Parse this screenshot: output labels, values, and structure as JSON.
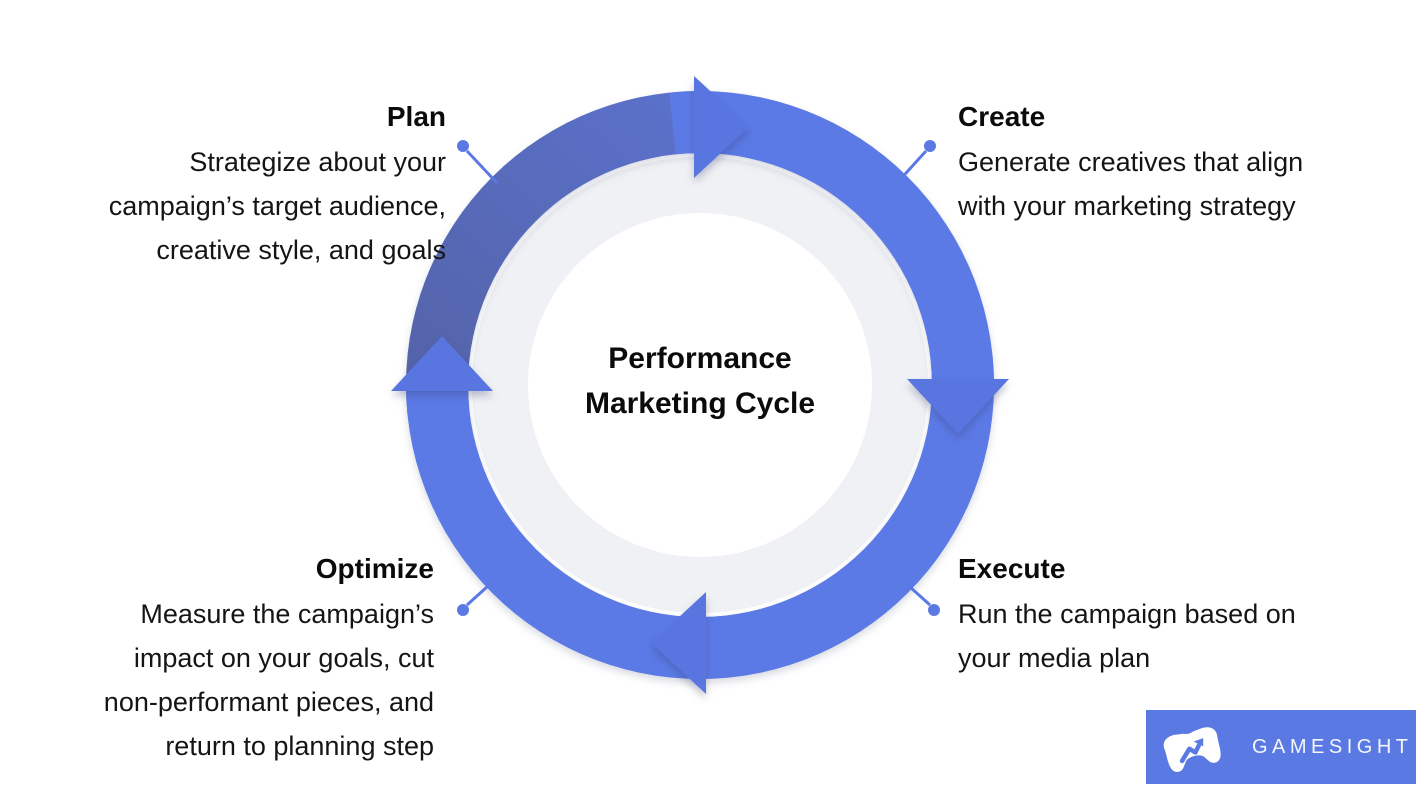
{
  "title": {
    "line1": "Performance",
    "line2": "Marketing Cycle"
  },
  "stages": {
    "plan": {
      "label": "Plan",
      "lines": [
        "Strategize about your",
        "campaign’s target audience,",
        "creative style, and goals"
      ]
    },
    "create": {
      "label": "Create",
      "lines": [
        "Generate creatives that align",
        "with your marketing strategy"
      ]
    },
    "execute": {
      "label": "Execute",
      "lines": [
        "Run the campaign based on",
        "your media plan"
      ]
    },
    "optimize": {
      "label": "Optimize",
      "lines": [
        "Measure the campaign’s",
        "impact on your goals, cut",
        "non-performant pieces, and",
        "return to planning step"
      ]
    }
  },
  "logo": {
    "brand": "GAMESIGHT",
    "icon": "gamepad-trend-arrow-icon"
  },
  "colors": {
    "arrow_bright": "#5C7AE6",
    "arrow_head": "#5976E0",
    "arc_plan_start": "#5463A8",
    "arc_plan_end": "#5B72CC",
    "track": "#EFF1F4",
    "connector": "#5B79E3",
    "logo_bg": "#5B79E2",
    "text": "#151515",
    "background": "#FFFFFF"
  }
}
